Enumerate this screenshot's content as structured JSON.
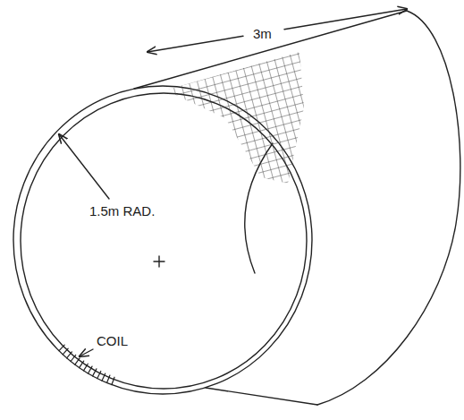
{
  "diagram": {
    "labels": [
      "3m",
      "1.5m RAD.",
      "COIL"
    ]
  }
}
